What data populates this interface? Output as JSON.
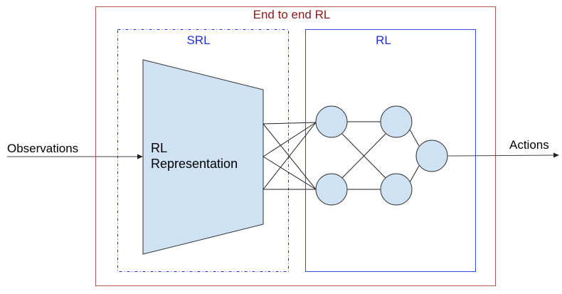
{
  "colors": {
    "outer_border": "#b85450",
    "outer_title": "#8b1a1a",
    "blue_title": "#1f2ee0",
    "srl_border": "#1f2ee0",
    "rl_border": "#3a48ea",
    "encoder_fill": "#cfe2f3",
    "line": "#222222"
  },
  "outer_box": {
    "title": "End to end RL"
  },
  "srl_box": {
    "title": "SRL"
  },
  "rl_box": {
    "title": "RL"
  },
  "encoder": {
    "line1": "RL",
    "line2": "Representation"
  },
  "input": {
    "label": "Observations"
  },
  "output": {
    "label": "Actions"
  },
  "network": {
    "layers": [
      2,
      2,
      1
    ]
  }
}
